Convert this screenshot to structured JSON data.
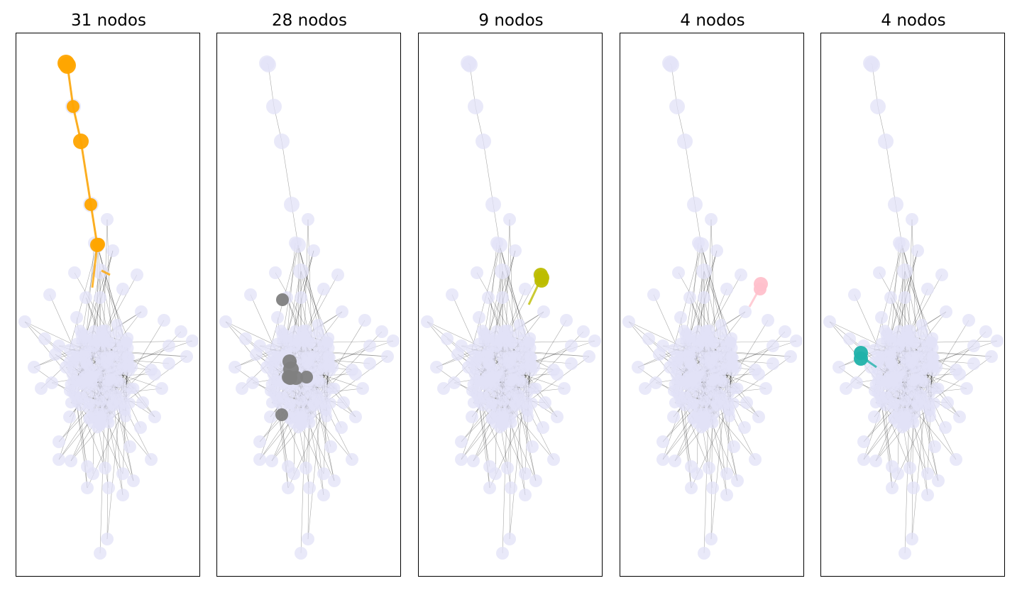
{
  "figure": {
    "panels": [
      {
        "title": "31 nodos",
        "highlight_color": "#FFA500",
        "highlight": "orange"
      },
      {
        "title": "28 nodos",
        "highlight_color": "#808080",
        "highlight": "gray"
      },
      {
        "title": "9 nodos",
        "highlight_color": "#BDBD00",
        "highlight": "olive"
      },
      {
        "title": "4 nodos",
        "highlight_color": "#FFC0CB",
        "highlight": "pink"
      },
      {
        "title": "4 nodos",
        "highlight_color": "#20B2AA",
        "highlight": "teal"
      }
    ],
    "base_node_color": "#E2E2F7",
    "edge_color": "#000000"
  }
}
